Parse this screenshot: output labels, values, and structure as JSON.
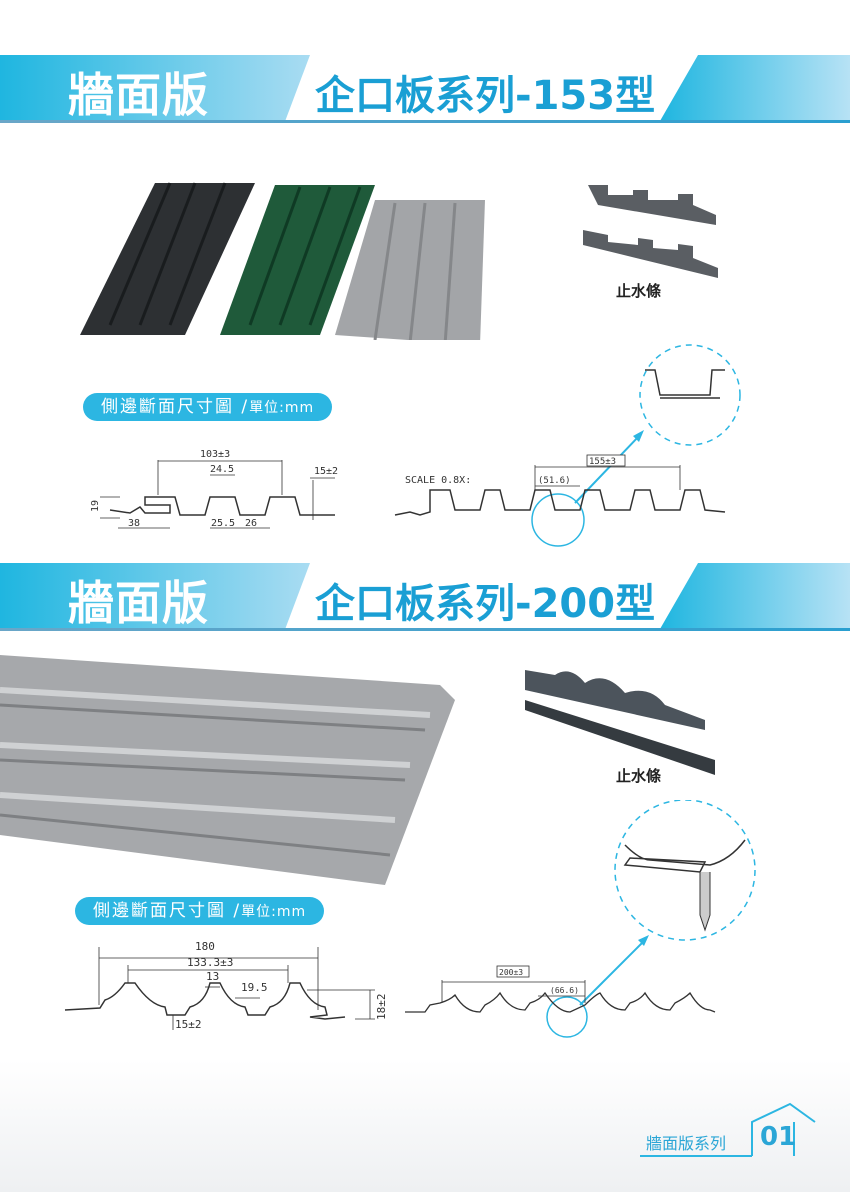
{
  "section1": {
    "category": "牆面版",
    "title": "企口板系列-153型",
    "waterstop_label": "止水條",
    "section_pill": {
      "main": "側邊斷面尺寸圖",
      "sep": "/",
      "unit": "單位:mm"
    },
    "dims": {
      "pitch": "103±3",
      "top": "24.5",
      "height_right": "15±2",
      "height_left": "19",
      "left_w": "38",
      "bottom": "25.5",
      "gap": "26"
    },
    "scale": "SCALE 0.8X:",
    "cover_width": "155±3",
    "overlap": "(51.6)"
  },
  "section2": {
    "category": "牆面版",
    "title": "企口板系列-200型",
    "waterstop_label": "止水條",
    "section_pill": {
      "main": "側邊斷面尺寸圖",
      "sep": "/",
      "unit": "單位:mm"
    },
    "dims": {
      "total": "180",
      "pitch": "133.3±3",
      "top": "13",
      "valley": "19.5",
      "height": "18±2",
      "lip": "15±2"
    },
    "cover_width": "200±3",
    "overlap": "(66.6)"
  },
  "footer": {
    "series": "牆面版系列",
    "page": "01"
  },
  "colors": {
    "accent": "#1fb6e0",
    "title": "#1a9fd4",
    "dark_panel": "#2d3033",
    "green_panel": "#1f5a3a",
    "gray_panel": "#a3a5a8"
  }
}
